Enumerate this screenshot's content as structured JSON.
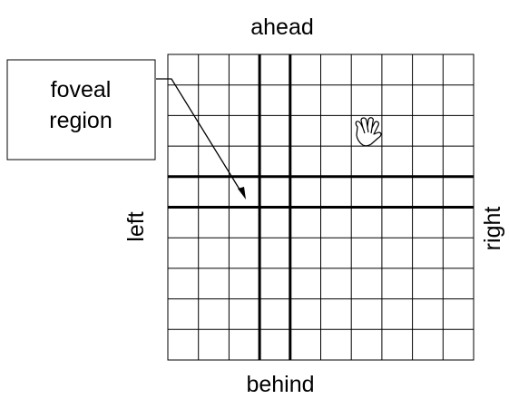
{
  "diagram": {
    "labels": {
      "top": "ahead",
      "bottom": "behind",
      "left": "left",
      "right": "right"
    },
    "callout": {
      "line1": "foveal",
      "line2": "region"
    },
    "icon": "hand-icon",
    "grid": {
      "columns": 10,
      "rows": 10,
      "thick_vertical_lines": [
        3,
        4
      ],
      "thick_horizontal_lines": [
        4,
        5
      ]
    },
    "colors": {
      "line": "#000000",
      "background": "#ffffff"
    }
  }
}
